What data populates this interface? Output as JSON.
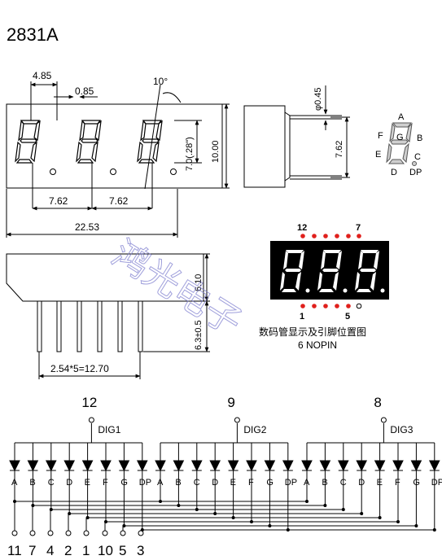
{
  "title": "2831A",
  "front_view": {
    "dim_seg_width": "4.85",
    "dim_seg_thick": "0.85",
    "dim_tilt": "10°",
    "dim_pitch_1": "7.62",
    "dim_pitch_2": "7.62",
    "dim_total_width": "22.53",
    "dim_digit_height": "7.0(.28\")",
    "dim_body_height": "10.00"
  },
  "side_view": {
    "dim_pin_diameter": "φ0.45",
    "dim_row_spacing": "7.62"
  },
  "segment_map": {
    "labels": [
      "A",
      "B",
      "C",
      "D",
      "E",
      "F",
      "G",
      "DP"
    ]
  },
  "bottom_view": {
    "dim_body": "6.10",
    "dim_pin_length": "6.3±0.5",
    "dim_pin_span": "2.54*5=12.70"
  },
  "pinout_display": {
    "pin_top_left": "12",
    "pin_top_right": "7",
    "pin_bottom_left": "1",
    "pin_bottom_right": "5",
    "caption": "数码管显示及引脚位置图",
    "subcaption": "6 NOPIN",
    "accent_color": "#e0201c"
  },
  "watermark": "鸿光电子",
  "schematic": {
    "digits": [
      {
        "pin": "12",
        "label": "DIG1"
      },
      {
        "pin": "9",
        "label": "DIG2"
      },
      {
        "pin": "8",
        "label": "DIG3"
      }
    ],
    "segment_labels": [
      "A",
      "B",
      "C",
      "D",
      "E",
      "F",
      "G",
      "DP"
    ],
    "segment_pins": [
      "11",
      "7",
      "4",
      "2",
      "1",
      "10",
      "5",
      "3"
    ]
  }
}
